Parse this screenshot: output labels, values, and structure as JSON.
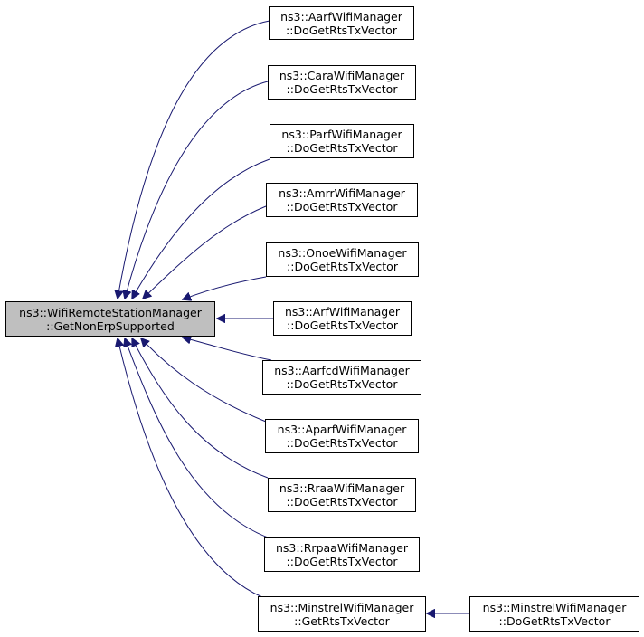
{
  "diagram": {
    "edge_color": "#191970",
    "focus_fill": "#bfbfbf",
    "nodes": {
      "root": {
        "line1": "ns3::WifiRemoteStationManager",
        "line2": "::GetNonErpSupported"
      },
      "aarf": {
        "line1": "ns3::AarfWifiManager",
        "line2": "::DoGetRtsTxVector"
      },
      "cara": {
        "line1": "ns3::CaraWifiManager",
        "line2": "::DoGetRtsTxVector"
      },
      "parf": {
        "line1": "ns3::ParfWifiManager",
        "line2": "::DoGetRtsTxVector"
      },
      "amrr": {
        "line1": "ns3::AmrrWifiManager",
        "line2": "::DoGetRtsTxVector"
      },
      "onoe": {
        "line1": "ns3::OnoeWifiManager",
        "line2": "::DoGetRtsTxVector"
      },
      "arf": {
        "line1": "ns3::ArfWifiManager",
        "line2": "::DoGetRtsTxVector"
      },
      "aarfcd": {
        "line1": "ns3::AarfcdWifiManager",
        "line2": "::DoGetRtsTxVector"
      },
      "aparf": {
        "line1": "ns3::AparfWifiManager",
        "line2": "::DoGetRtsTxVector"
      },
      "rraa": {
        "line1": "ns3::RraaWifiManager",
        "line2": "::DoGetRtsTxVector"
      },
      "rrpaa": {
        "line1": "ns3::RrpaaWifiManager",
        "line2": "::DoGetRtsTxVector"
      },
      "minstrel": {
        "line1": "ns3::MinstrelWifiManager",
        "line2": "::GetRtsTxVector"
      },
      "minstrel_do": {
        "line1": "ns3::MinstrelWifiManager",
        "line2": "::DoGetRtsTxVector"
      }
    },
    "edges": [
      {
        "from": "aarf",
        "to": "root"
      },
      {
        "from": "cara",
        "to": "root"
      },
      {
        "from": "parf",
        "to": "root"
      },
      {
        "from": "amrr",
        "to": "root"
      },
      {
        "from": "onoe",
        "to": "root"
      },
      {
        "from": "arf",
        "to": "root"
      },
      {
        "from": "aarfcd",
        "to": "root"
      },
      {
        "from": "aparf",
        "to": "root"
      },
      {
        "from": "rraa",
        "to": "root"
      },
      {
        "from": "rrpaa",
        "to": "root"
      },
      {
        "from": "minstrel",
        "to": "root"
      },
      {
        "from": "minstrel_do",
        "to": "minstrel"
      }
    ]
  }
}
